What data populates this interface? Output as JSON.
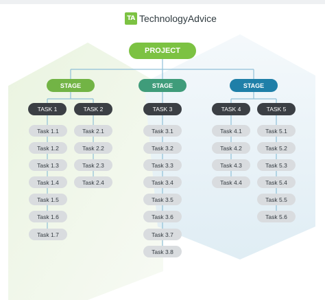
{
  "brand": {
    "mark": "TA",
    "name_part1": "Technology",
    "name_part2": "Advice"
  },
  "diagram": {
    "root": "PROJECT",
    "stages": [
      {
        "label": "STAGE",
        "color": "#72b445",
        "tasks": [
          {
            "label": "TASK 1",
            "subtasks": [
              "Task 1.1",
              "Task 1.2",
              "Task 1.3",
              "Task 1.4",
              "Task 1.5",
              "Task 1.6",
              "Task 1.7"
            ]
          },
          {
            "label": "TASK 2",
            "subtasks": [
              "Task 2.1",
              "Task 2.2",
              "Task 2.3",
              "Task 2.4"
            ]
          }
        ]
      },
      {
        "label": "STAGE",
        "color": "#3f9c7a",
        "tasks": [
          {
            "label": "TASK 3",
            "subtasks": [
              "Task 3.1",
              "Task 3.2",
              "Task 3.3",
              "Task 3.4",
              "Task 3.5",
              "Task 3.6",
              "Task 3.7",
              "Task 3.8"
            ]
          }
        ]
      },
      {
        "label": "STAGE",
        "color": "#1f7fa8",
        "tasks": [
          {
            "label": "TASK 4",
            "subtasks": [
              "Task 4.1",
              "Task 4.2",
              "Task 4.3",
              "Task 4.4"
            ]
          },
          {
            "label": "TASK 5",
            "subtasks": [
              "Task 5.1",
              "Task 5.2",
              "Task 5.3",
              "Task 5.4",
              "Task 5.5",
              "Task 5.6"
            ]
          }
        ]
      }
    ]
  },
  "colors": {
    "root": "#7cc242",
    "task": "#3b3f44",
    "subtask": "#d9dcdf",
    "connector": "#8fc0d8"
  }
}
